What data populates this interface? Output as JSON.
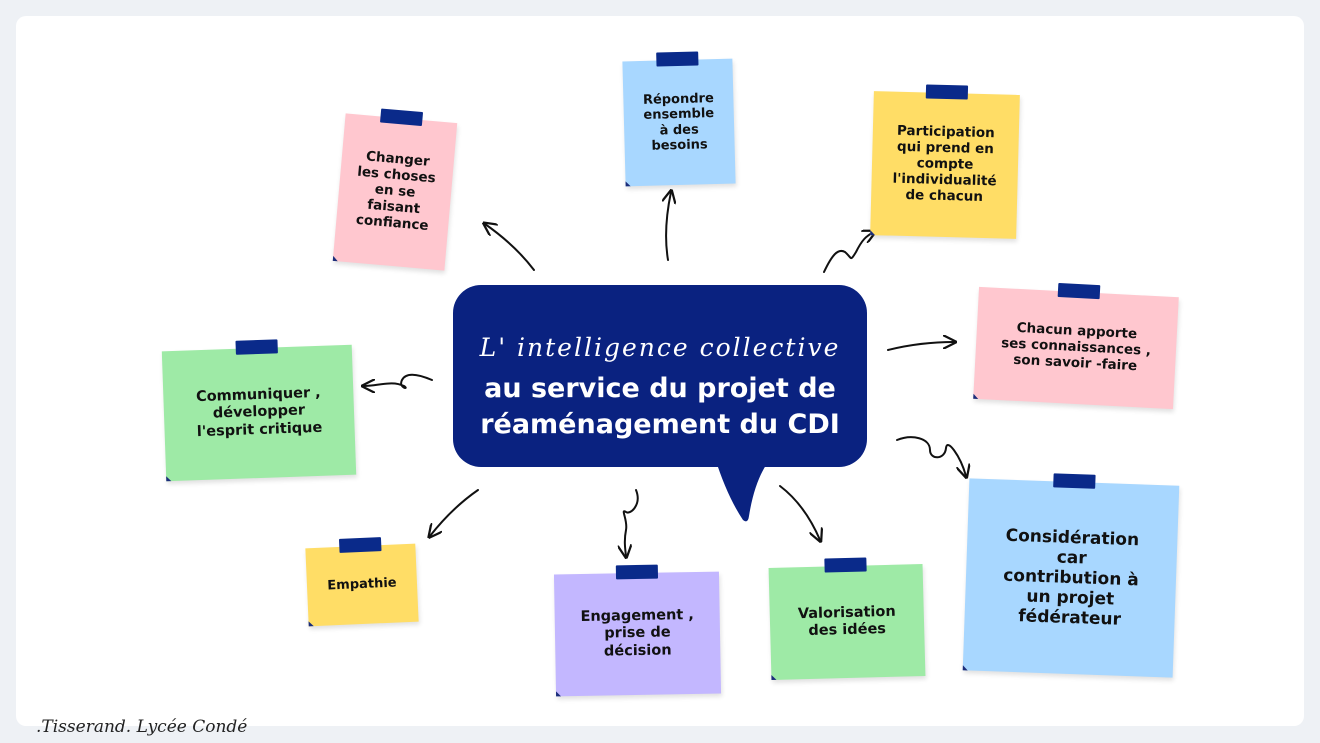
{
  "center": {
    "script_line": "L' intelligence collective",
    "line1": "au service du projet de",
    "line2": "réaménagement du CDI"
  },
  "notes": {
    "changer": "Changer\nles choses\nen se\nfaisant\nconfiance",
    "repondre": "Répondre\nensemble\nà des\nbesoins",
    "participation": "Participation\nqui prend en\ncompte\nl'individualité\nde chacun",
    "chacun": "Chacun apporte\nses connaissances ,\nson savoir -faire",
    "communiquer": "Communiquer ,\ndévelopper\nl'esprit critique",
    "consideration": "Considération\ncar\ncontribution à\nun projet\nfédérateur",
    "empathie": "Empathie",
    "engagement": "Engagement ,\nprise de\ndécision",
    "valorisation": "Valorisation\ndes idées"
  },
  "colors": {
    "navy": "#0a2280",
    "pink": "#ffc7cf",
    "blue": "#a8d7ff",
    "yellow": "#ffdd66",
    "green": "#9eeaa6",
    "purple": "#c3b7ff"
  },
  "credit": ".Tisserand. Lycée Condé"
}
